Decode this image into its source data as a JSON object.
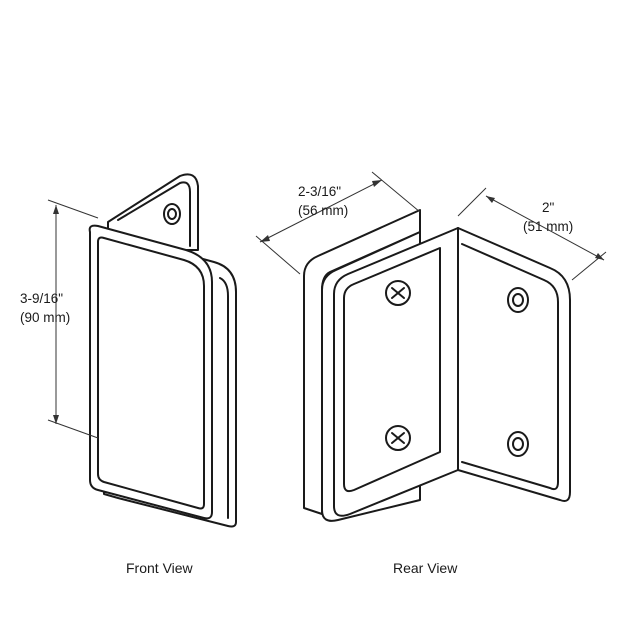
{
  "front": {
    "height_dim": [
      "3-9/16\"",
      "(90 mm)"
    ],
    "caption": "Front View"
  },
  "rear": {
    "width_dim": [
      "2-3/16\"",
      "(56 mm)"
    ],
    "depth_dim": [
      "2\"",
      "(51 mm)"
    ],
    "caption": "Rear View"
  }
}
